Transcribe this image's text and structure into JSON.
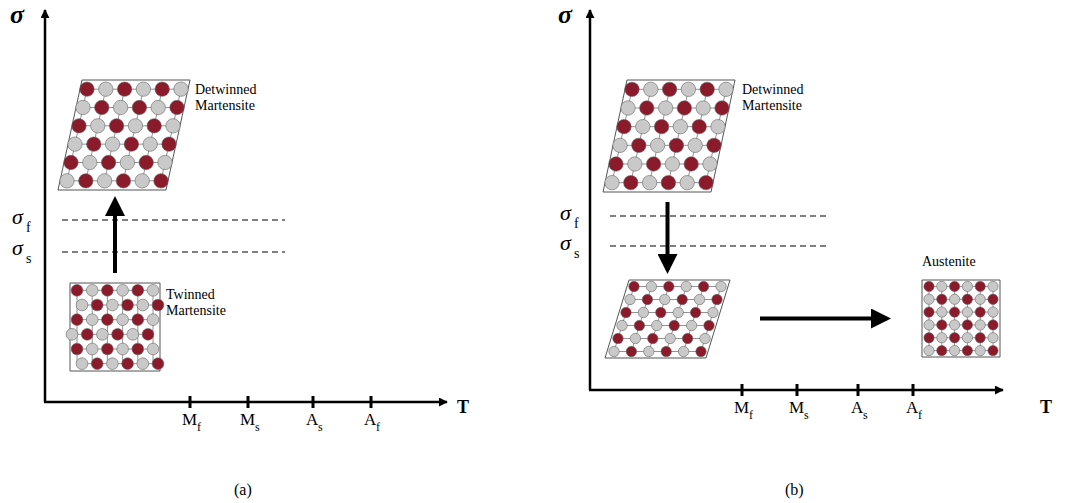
{
  "diagram": {
    "nodes": [
      {
        "text": [
          "Detwinned Martensite"
        ]
      },
      {
        "text": [
          "Twinned Martensite"
        ]
      },
      {
        "text": [
          "Detwinned Martensite"
        ]
      },
      {
        "text": []
      },
      {
        "text": [
          "Austenite"
        ]
      }
    ],
    "edges": [
      {
        "from": 1,
        "to": 0,
        "arrow": "to"
      },
      {
        "from": 2,
        "to": 3,
        "arrow": "to"
      },
      {
        "from": 3,
        "to": 4,
        "arrow": "to"
      }
    ],
    "labels": [
      "σ",
      "σ",
      "f",
      "σ",
      "s",
      "M",
      "f",
      "M",
      "s",
      "A",
      "s",
      "A",
      "f",
      "T",
      "(a)",
      "σ",
      "σ",
      "f",
      "σ",
      "s",
      "M",
      "f",
      "M",
      "s",
      "A",
      "s",
      "A",
      "f",
      "T",
      "(b)"
    ]
  }
}
